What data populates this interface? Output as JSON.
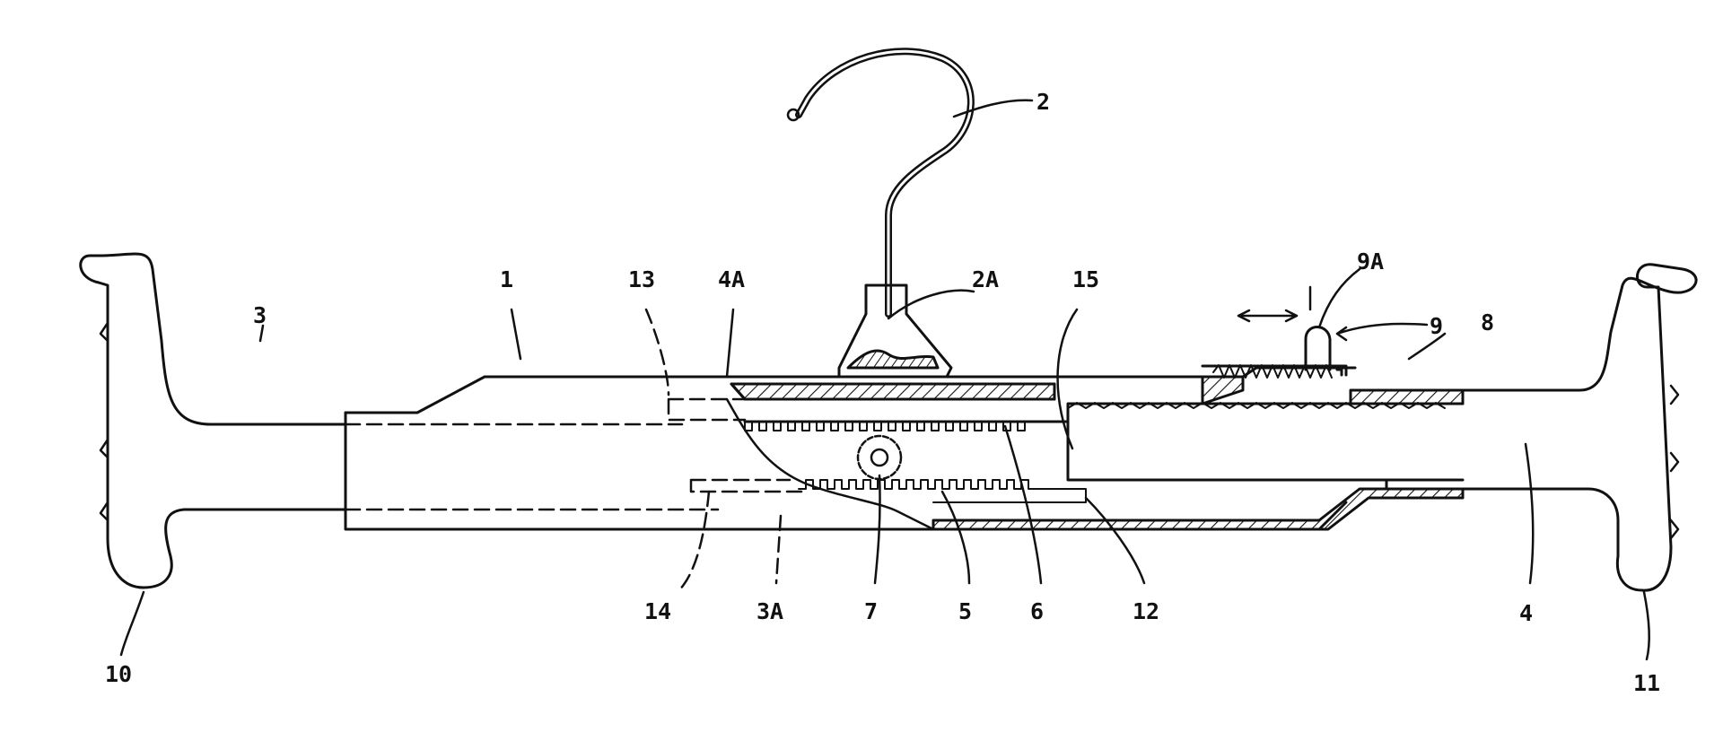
{
  "labels": {
    "l1": "1",
    "l2": "2",
    "l2a": "2A",
    "l3": "3",
    "l3a": "3A",
    "l4": "4",
    "l4a": "4A",
    "l5": "5",
    "l6": "6",
    "l7": "7",
    "l8": "8",
    "l9": "9",
    "l9a": "9A",
    "l10": "10",
    "l11": "11",
    "l12": "12",
    "l13": "13",
    "l14": "14",
    "l15": "15"
  },
  "colors": {
    "ink": "#111111",
    "background": "#ffffff"
  }
}
